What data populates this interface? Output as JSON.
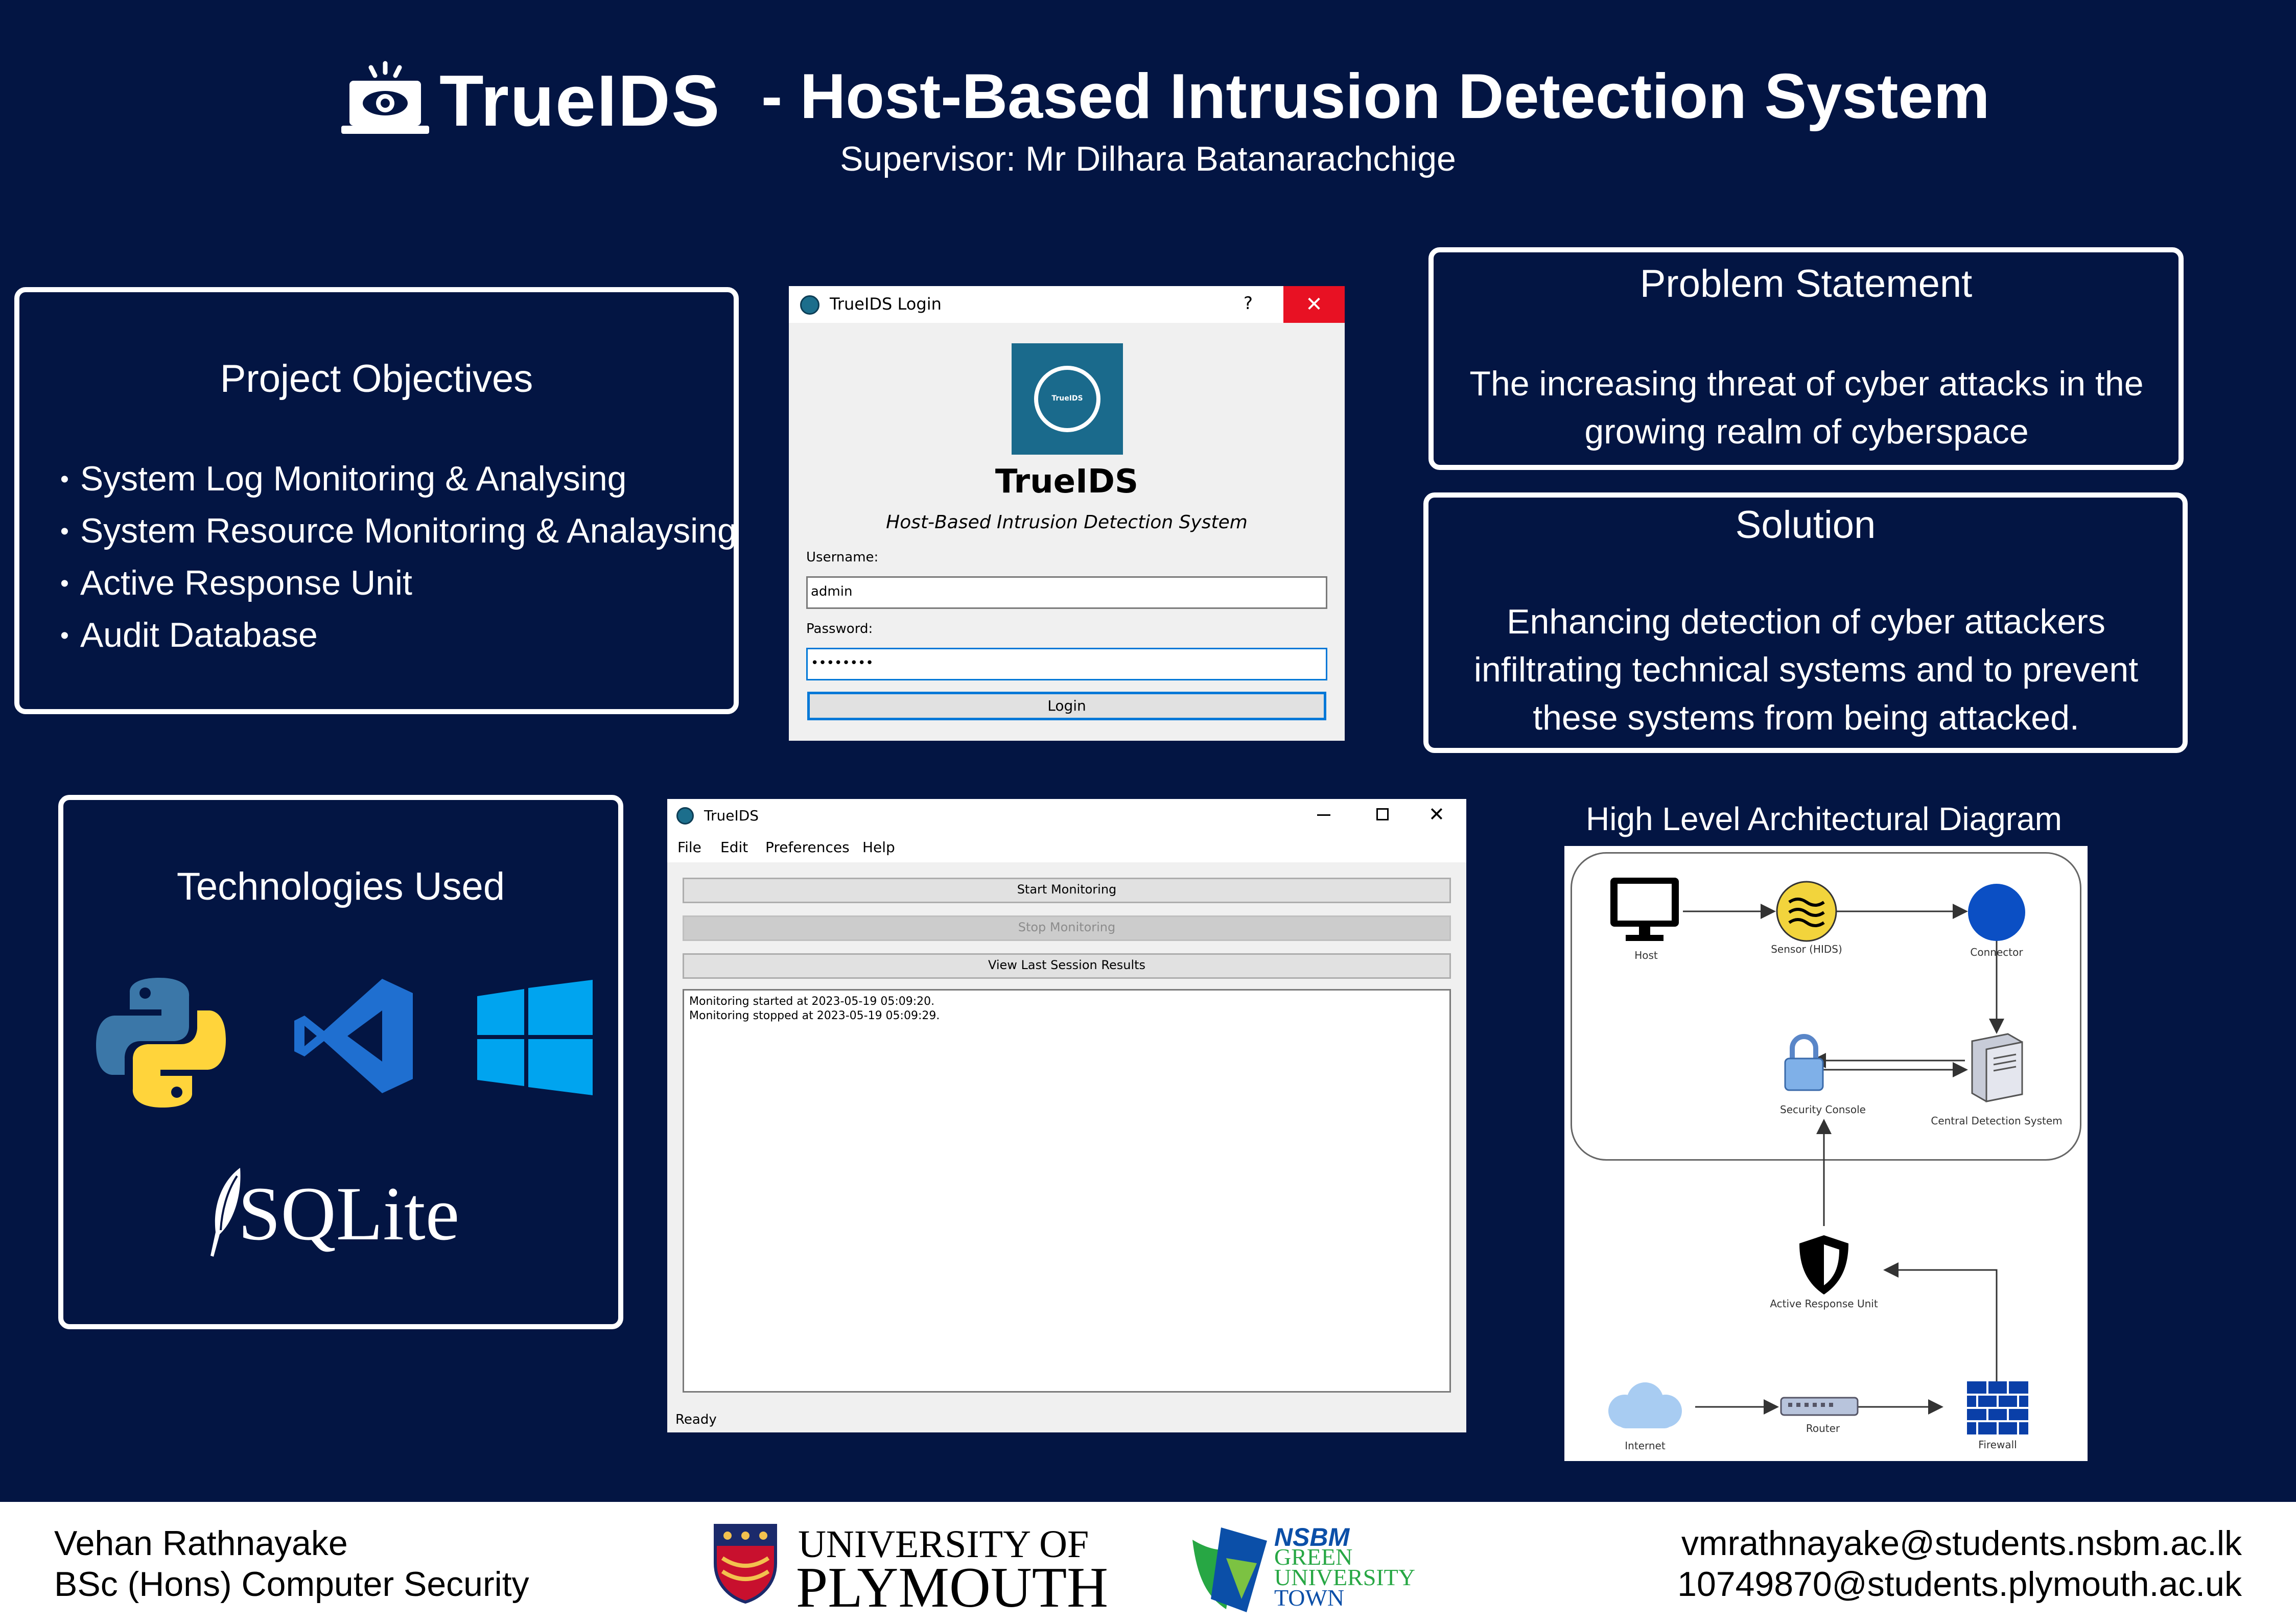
{
  "header": {
    "brand": "TrueIDS",
    "title": "- Host-Based Intrusion Detection System",
    "supervisor": "Supervisor: Mr Dilhara Batanarachchige"
  },
  "objectives": {
    "title": "Project Objectives",
    "items": [
      "System Log Monitoring & Analysing",
      "System Resource Monitoring & Analaysing",
      "Active Response Unit",
      "Audit Database"
    ]
  },
  "login_window": {
    "title": "TrueIDS Login",
    "help": "?",
    "close": "✕",
    "logo_text": "TrueIDS",
    "app_name": "TrueIDS",
    "subtitle": "Host-Based Intrusion Detection System",
    "username_label": "Username:",
    "username_value": "admin",
    "password_label": "Password:",
    "password_value": "••••••••",
    "login_button": "Login"
  },
  "problem": {
    "title": "Problem Statement",
    "text": "The increasing threat of cyber attacks in the growing realm of cyberspace"
  },
  "solution": {
    "title": "Solution",
    "text": "Enhancing detection of cyber attackers infiltrating technical systems and to prevent these systems from being attacked."
  },
  "technologies": {
    "title": "Technologies Used",
    "sqlite": "SQLite",
    "icons": [
      "python-icon",
      "vscode-icon",
      "windows-icon",
      "sqlite-icon"
    ]
  },
  "main_window": {
    "title": "TrueIDS",
    "menu": [
      "File",
      "Edit",
      "Preferences",
      "Help"
    ],
    "start_button": "Start Monitoring",
    "stop_button": "Stop Monitoring",
    "view_button": "View Last Session Results",
    "log": [
      "Monitoring started at 2023-05-19 05:09:20.",
      "Monitoring stopped at 2023-05-19 05:09:29."
    ],
    "status": "Ready"
  },
  "architecture": {
    "title": "High Level Architectural Diagram",
    "nodes": {
      "host": "Host",
      "sensor": "Sensor (HIDS)",
      "connector": "Connector",
      "console": "Security Console",
      "cds": "Central Detection System",
      "aru": "Active Response Unit",
      "internet": "Internet",
      "router": "Router",
      "firewall": "Firewall"
    }
  },
  "footer": {
    "name": "Vehan Rathnayake",
    "degree": "BSc (Hons) Computer Security",
    "plymouth_line1": "UNIVERSITY OF",
    "plymouth_line2": "PLYMOUTH",
    "nsbm_line1": "NSBM",
    "nsbm_line2": "GREEN",
    "nsbm_line3": "UNIVERSITY",
    "nsbm_line4": "TOWN",
    "email1": "vmrathnayake@students.nsbm.ac.lk",
    "email2": "10749870@students.plymouth.ac.uk"
  },
  "colors": {
    "background": "#031543",
    "box_border": "#ffffff",
    "login_close": "#e81123",
    "accent_blue": "#0066cc"
  }
}
